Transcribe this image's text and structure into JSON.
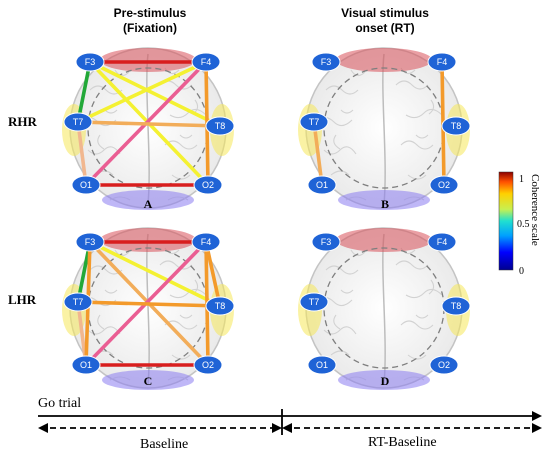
{
  "columns": {
    "pre_stimulus_line1": "Pre-stimulus",
    "pre_stimulus_line2": "(Fixation)",
    "visual_line1": "Visual stimulus",
    "visual_line2": "onset (RT)"
  },
  "rows": {
    "rhr": "RHR",
    "lhr": "LHR"
  },
  "electrode_labels": {
    "F3": "F3",
    "F4": "F4",
    "T7": "T7",
    "T8": "T8",
    "O1": "O1",
    "O2": "O2"
  },
  "colors": {
    "electrode": "#1f63d6",
    "frontal": "#d9505a",
    "occipital": "#8a7cf0",
    "temporal": "#f5e85a",
    "dashed_ring": "#7f7f7f",
    "connection_red": "#d81e1e",
    "connection_orange": "#f39a2b",
    "connection_light_orange": "#f2ad5a",
    "connection_yellow": "#f4f132",
    "connection_pink": "#ea5e93",
    "connection_green": "#22a838",
    "connection_peach": "#f1b78f"
  },
  "panels": [
    {
      "letter": "A",
      "connections": [
        {
          "from": "F3",
          "to": "F4",
          "color": "#d81e1e"
        },
        {
          "from": "F3",
          "to": "T7",
          "color": "#22a838"
        },
        {
          "from": "F3",
          "to": "T8",
          "color": "#f4f132"
        },
        {
          "from": "F3",
          "to": "O2",
          "color": "#f4f132"
        },
        {
          "from": "F4",
          "to": "T7",
          "color": "#f4f132"
        },
        {
          "from": "F4",
          "to": "O1",
          "color": "#ea5e93"
        },
        {
          "from": "F4",
          "to": "O2",
          "color": "#f39a2b"
        },
        {
          "from": "T7",
          "to": "T8",
          "color": "#f2ad5a"
        },
        {
          "from": "T7",
          "to": "O1",
          "color": "#f1b78f"
        },
        {
          "from": "O1",
          "to": "O2",
          "color": "#d81e1e"
        }
      ]
    },
    {
      "letter": "B",
      "connections": [
        {
          "from": "F4",
          "to": "O2",
          "color": "#f39a2b"
        },
        {
          "from": "T7",
          "to": "O1",
          "color": "#f2ad5a"
        }
      ]
    },
    {
      "letter": "C",
      "connections": [
        {
          "from": "F3",
          "to": "F4",
          "color": "#d81e1e"
        },
        {
          "from": "F3",
          "to": "T7",
          "color": "#22a838"
        },
        {
          "from": "F3",
          "to": "T8",
          "color": "#f4f132"
        },
        {
          "from": "F3",
          "to": "O2",
          "color": "#f2ad5a"
        },
        {
          "from": "F4",
          "to": "O1",
          "color": "#ea5e93"
        },
        {
          "from": "F4",
          "to": "T8",
          "color": "#f39a2b"
        },
        {
          "from": "F4",
          "to": "O2",
          "color": "#f39a2b"
        },
        {
          "from": "T7",
          "to": "T8",
          "color": "#f39a2b"
        },
        {
          "from": "T7",
          "to": "O1",
          "color": "#f1b78f"
        },
        {
          "from": "O1",
          "to": "O2",
          "color": "#d81e1e"
        },
        {
          "from": "F3",
          "to": "O1",
          "color": "#f39a2b"
        }
      ]
    },
    {
      "letter": "D",
      "connections": []
    }
  ],
  "colorbar": {
    "title": "Coherence scale",
    "ticks": [
      "1",
      "0.5",
      "0"
    ]
  },
  "timeline": {
    "go_trial": "Go trial",
    "baseline": "Baseline",
    "rt_baseline": "RT-Baseline"
  }
}
